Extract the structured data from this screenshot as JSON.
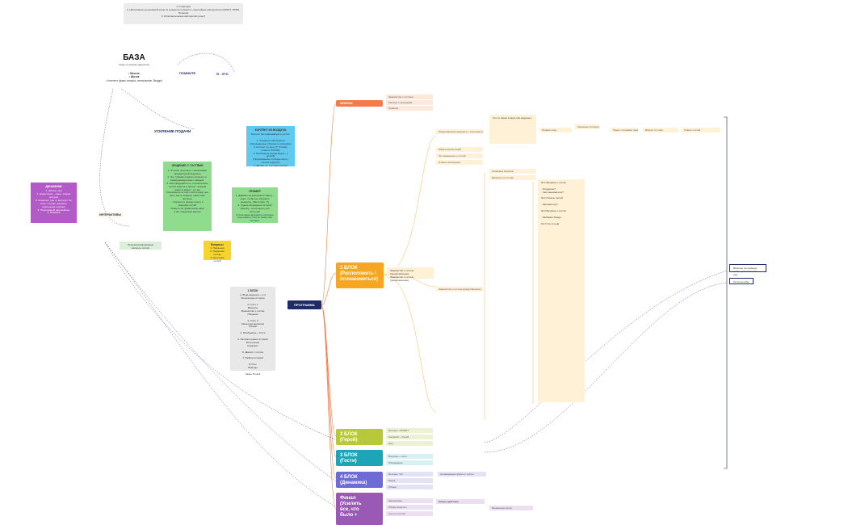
{
  "header_note": {
    "text": "1. Структура\n2. Наполнение не-нативной мощи из конкретного ивента + креативные методологии (CRAFT, TRMS, Пятерка)\n3. Исполнительское мастерство (опыт)"
  },
  "base": {
    "title": "БАЗА",
    "subtitle": "Чему ты хочешь научиться",
    "bullets": [
      "• Мысль",
      "• Шутка",
      "• Контент (факт, вопрос, интерактив, Верди)"
    ],
    "remember": "ПОМНИТЕ",
    "this_is": "Я - ЭТО"
  },
  "amplify": {
    "title": "УСИЛЕНИЕ ПОДАЧИ"
  },
  "content_card": {
    "title": "КОНТЕНТ ИЗ ВОЗДУХА",
    "text": "Контент без информации о гостях:\n\n1. Создание наблюдения (Неожиданные сбоинки в описанию)\n2. Контент по делу (Т. Почему ставить ПАУЗЫ)\n3. Обобщение (Когда видно - у друзей)\n(Подсказанное и обидое место гостям в других)\n3. Делать то, что тебе хочется"
  },
  "dynamics": {
    "title": "ДИНАМИЗМ",
    "text": "1. Начало шоу\n2. Нарастание - смещ. стадии истории\n3. Конфликт (где то внутри) / Ты знал, столько смешных реальными героями\n4. Переломный дальнейшее\n5. Развязка"
  },
  "guests": {
    "title": "ОБЩЕНИЕ С ГОСТЯМИ",
    "text": "1. Это всё понятные с женщинами кандидатурой ведущего\n2. Это главная подача к вопросу от Коммуникации вам с каждым.\n3. Если ведущий есть, относительно гостей. Многие в Начнут, позиция (напр. в мире) - что вы\nРасскажите гостям о себе перед тем\nкак и как ты водишь такие себе вопросы\n- Спроси по своему опыту и мнениям гостей\nСкинуть им правильные идеи\nи вот пожертвуя многие"
  },
  "example": {
    "title": "ПРИМЕР",
    "text": "1. Давайте-ка расскажите Ирину - знает, чтобы мы обсудили анекдоты. (Заготовка - 6)\n2. Сцена обсуждения историй общему - на концерте для зрителей\n3. Ключевые аргументы (которые (выучивать) чтоб он сразу сам контакт)"
  },
  "interactive": "ИНТЕРАКТИВЫ",
  "personal_guests": "Персонализированные вопросы гостям",
  "questions": {
    "title": "Вопросы",
    "text": "1. Пиджонов\n2. Пиджонов гостям\n3. Категория гостей"
  },
  "block_summary": {
    "title": "1 БЛОК",
    "text": "1. Вход ведущего + 1.2 Интересные истории\n\n2. Гость 1\nВопросы\nЗнакомство с гостем\nОбщение\n\n3. Гость 2\nКатегория вопросов\nОбщий\n\n4. Обобщение + Гости\n\n5. Рассказ первых историй\nВступление\nКонфликт\n\n6. Диалог с гостем\n\n7. Разбор историй\n\n8. Итог\nВыводы\n\nСвязь блоков"
  },
  "program": "ПРОГРАММА",
  "welcome_block": {
    "label": "ВЕЛКОМ",
    "items": [
      "Знакомство с гостями",
      "Рассказ о программе",
      "Правила"
    ]
  },
  "block1": {
    "label": "1 БЛОК\n(Расположить \\\nпознакомиться)",
    "lead": "Знакомство с гостем (представление)\nЗнакомство с гостем (представление)",
    "items": [
      "Представление ведущего + короткая история",
      "Обмен впечатлений",
      "Что новенького у гостей",
      "Ответы на вопросы",
      "Знакомство с гостем (представление)"
    ],
    "mid_items": [
      "Основные вопросы",
      "Вопросы по гостям"
    ],
    "top_notes": "Что-то новое в мире про ведущего",
    "chain": [
      "Первая тема",
      "Смешные ситуации",
      "Тема с похожими людьми",
      "Вопрос по теме",
      "Ответы гостей"
    ],
    "detail_text": "№ 1 Вопросы о гостях\n\n- Откуда вы?\n- Чем занимаетесь?\n\n№ 2 Ответы гостей\n\n- Как вам шоу?\n\n№ 3 Вопросы о гостях\n\n- Любимое блюдо\n\n№ 4 Что-то ещё"
  },
  "block2": {
    "label": "2 БЛОК\n(Герой)",
    "items": [
      "Интерес. СЮЖЕТ",
      "Конфликт + Герой",
      "Шоу"
    ]
  },
  "block3": {
    "label": "3 БЛОК\n(Гости)",
    "items": [
      "Вопросы + гости",
      "Обсуждение"
    ]
  },
  "block4": {
    "label": "4 БЛОК\n(Динамика)",
    "items": [
      "Интерес. бит",
      "Пауза",
      "Общее"
    ],
    "side_note": "Неожиданные факты о гостях"
  },
  "final_block": {
    "label": "Финал\n(Усилить\nвсе, что\nбыло +",
    "items": [
      "Заключение",
      "Общие вопросы",
      "Что-то о гостях"
    ],
    "side_title": "Общее действие",
    "side_note": "Финальная шутка"
  },
  "right_notes": [
    "Вопросы на примере гостя + разная в чате шоу",
    "Гости на себе"
  ],
  "colors": {
    "orange": "#f47b47",
    "orange_light": "#fde8dc",
    "gold": "#f5a623",
    "gold_light": "#fff1d6",
    "green": "#b7c93b",
    "teal": "#1aa6b7",
    "indigo": "#6f6bd6",
    "purple": "#9b59b6",
    "navy": "#1f2b66",
    "cyan_card": "#5fc9f0",
    "green_card": "#8fdc8f",
    "purple_card": "#b25ac6",
    "yellow_card": "#f7d42c"
  }
}
